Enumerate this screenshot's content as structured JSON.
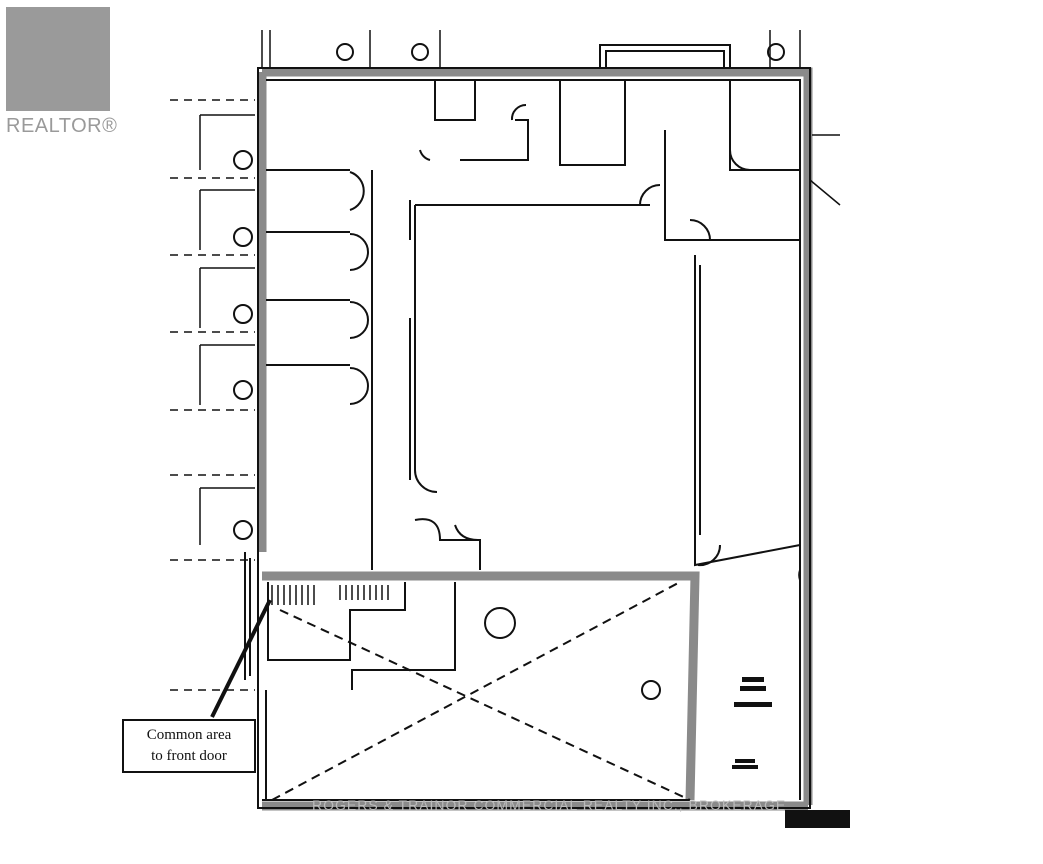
{
  "logo": {
    "brand": "REALTOR",
    "mark": "®"
  },
  "callout": {
    "line1": "Common area",
    "line2": "to front door"
  },
  "watermark": "ROGERS & TRAINOR COMMERCIAL REALTY INC., BROKERAGE",
  "colors": {
    "wall": "#8a8a8a",
    "line": "#111111",
    "logo": "#9a9a9a"
  }
}
